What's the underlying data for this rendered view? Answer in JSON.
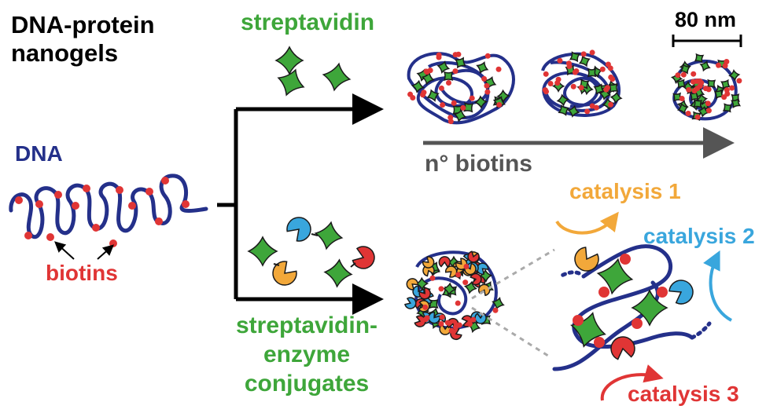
{
  "title": {
    "line1": "DNA-protein",
    "line2": "nanogels"
  },
  "labels": {
    "streptavidin": "streptavidin",
    "scale_bar": "80 nm",
    "dna": "DNA",
    "biotins": "biotins",
    "n_biotins": "n° biotins",
    "conjugates_line1": "streptavidin-",
    "conjugates_line2": "enzyme",
    "conjugates_line3": "conjugates",
    "catalysis_1": "catalysis 1",
    "catalysis_2": "catalysis 2",
    "catalysis_3": "catalysis 3"
  },
  "colors": {
    "dna_strand": "#24308a",
    "biotin": "#e03535",
    "streptavidin": "#3ea63a",
    "enzyme_orange": "#f2a83a",
    "enzyme_blue": "#39a6dd",
    "enzyme_red": "#e03535",
    "arrow_black": "#000000",
    "arrow_grey": "#555555"
  },
  "icons": [
    "streptavidin-diamond-icon",
    "enzyme-pacman-icon",
    "biotin-dot-icon",
    "dna-coil-icon",
    "nanogel-icon"
  ]
}
